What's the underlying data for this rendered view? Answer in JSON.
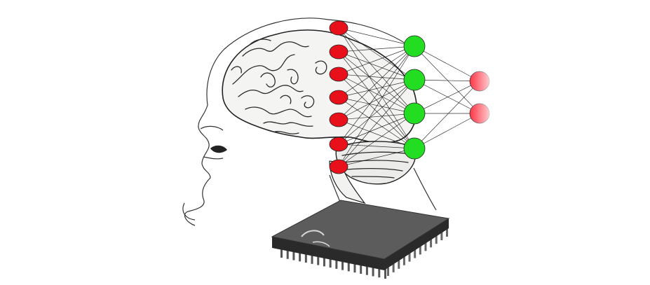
{
  "scene": {
    "description_free": true,
    "colors": {
      "background": "#ffffff",
      "input_node": "#e8101a",
      "hidden_node": "#22dd22",
      "output_node": "#ff2a3a",
      "chip_body": "#444444",
      "chip_top": "#5a5a5a",
      "sketch_line": "#2a2a2a"
    },
    "network": {
      "layers": [
        {
          "name": "input",
          "node_count": 7,
          "color_key": "input_node"
        },
        {
          "name": "hidden",
          "node_count": 4,
          "color_key": "hidden_node"
        },
        {
          "name": "output",
          "node_count": 2,
          "color_key": "output_node"
        }
      ],
      "fully_connected": true
    },
    "icons": [
      "head-profile-sketch",
      "brain-sketch",
      "cerebellum-sketch",
      "microchip"
    ]
  }
}
